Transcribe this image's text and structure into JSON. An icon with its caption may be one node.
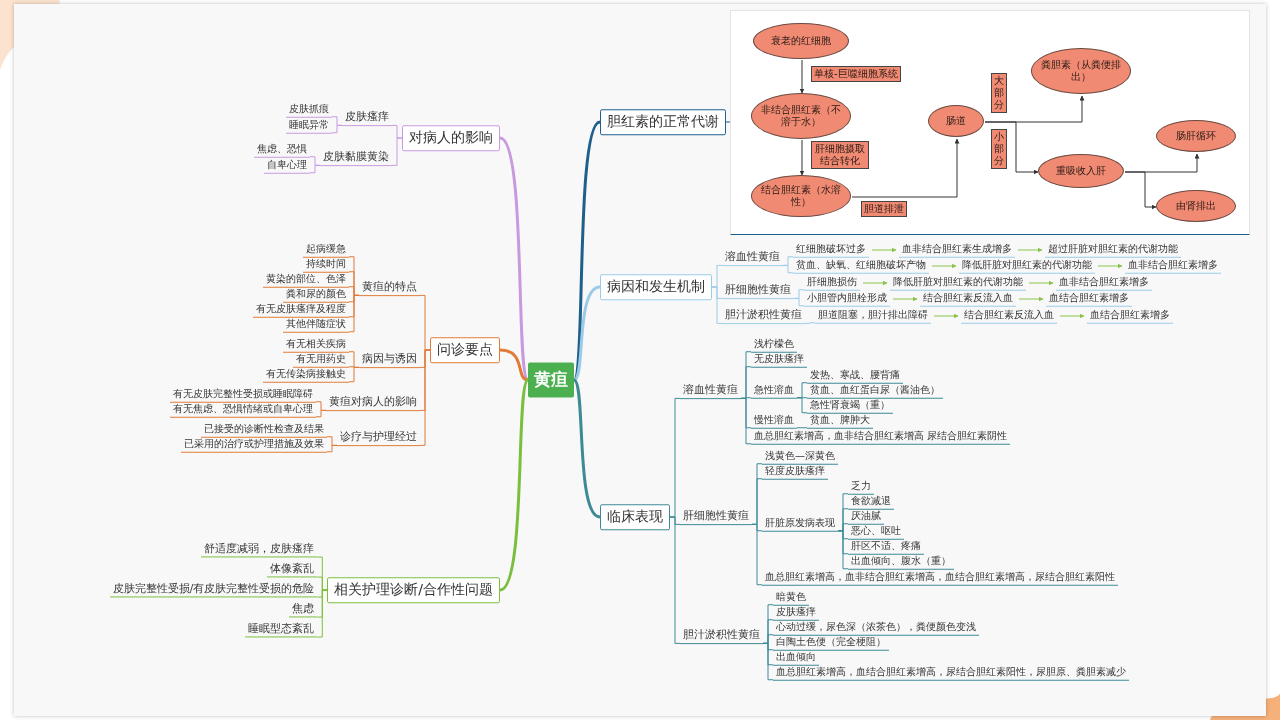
{
  "diagram": {
    "nodes": [
      {
        "text": [
          "黄疸"
        ]
      },
      {
        "text": [
          "胆红素的正常代谢"
        ]
      },
      {
        "text": [
          "病因和发生机制"
        ]
      },
      {
        "text": [
          "临床表现"
        ]
      },
      {
        "text": [
          "对病人的影响"
        ]
      },
      {
        "text": [
          "问诊要点"
        ]
      },
      {
        "text": [
          "相关护理诊断/合作性问题"
        ]
      },
      {
        "text": [
          "皮肤瘙痒"
        ]
      },
      {
        "text": [
          "皮肤黏膜黄染"
        ]
      },
      {
        "text": [
          "皮肤抓痕"
        ]
      },
      {
        "text": [
          "睡眠异常"
        ]
      },
      {
        "text": [
          "焦虑、恐惧"
        ]
      },
      {
        "text": [
          "自卑心理"
        ]
      },
      {
        "text": [
          "黄疸的特点"
        ]
      },
      {
        "text": [
          "病因与诱因"
        ]
      },
      {
        "text": [
          "黄疸对病人的影响"
        ]
      },
      {
        "text": [
          "诊疗与护理经过"
        ]
      },
      {
        "text": [
          "起病缓急"
        ]
      },
      {
        "text": [
          "持续时间"
        ]
      },
      {
        "text": [
          "黄染的部位、色泽"
        ]
      },
      {
        "text": [
          "粪和尿的颜色"
        ]
      },
      {
        "text": [
          "有无皮肤瘙痒及程度"
        ]
      },
      {
        "text": [
          "其他伴随症状"
        ]
      },
      {
        "text": [
          "有无相关疾病"
        ]
      },
      {
        "text": [
          "有无用药史"
        ]
      },
      {
        "text": [
          "有无传染病接触史"
        ]
      },
      {
        "text": [
          "有无皮肤完整性受损或睡眠障碍"
        ]
      },
      {
        "text": [
          "有无焦虑、恐惧情绪或自卑心理"
        ]
      },
      {
        "text": [
          "已接受的诊断性检查及结果"
        ]
      },
      {
        "text": [
          "已采用的治疗或护理措施及效果"
        ]
      },
      {
        "text": [
          "舒适度减弱，皮肤瘙痒"
        ]
      },
      {
        "text": [
          "体像紊乱"
        ]
      },
      {
        "text": [
          "皮肤完整性受损/有皮肤完整性受损的危险"
        ]
      },
      {
        "text": [
          "焦虑"
        ]
      },
      {
        "text": [
          "睡眠型态紊乱"
        ]
      },
      {
        "text": [
          "溶血性黄疸"
        ]
      },
      {
        "text": [
          "肝细胞性黄疸"
        ]
      },
      {
        "text": [
          "胆汁淤积性黄疸"
        ]
      },
      {
        "text": [
          "红细胞破坏过多"
        ]
      },
      {
        "text": [
          "血非结合胆红素生成增多"
        ]
      },
      {
        "text": [
          "超过肝脏对胆红素的代谢功能"
        ]
      },
      {
        "text": [
          "贫血、缺氧、红细胞破坏产物"
        ]
      },
      {
        "text": [
          "降低肝脏对胆红素的代谢功能"
        ]
      },
      {
        "text": [
          "血非结合胆红素增多"
        ]
      },
      {
        "text": [
          "肝细胞损伤"
        ]
      },
      {
        "text": [
          "降低肝脏对胆红素的代谢功能"
        ]
      },
      {
        "text": [
          "血非结合胆红素增多"
        ]
      },
      {
        "text": [
          "小胆管内胆栓形成"
        ]
      },
      {
        "text": [
          "结合胆红素反流入血"
        ]
      },
      {
        "text": [
          "血结合胆红素增多"
        ]
      },
      {
        "text": [
          "胆道阻塞，胆汁排出障碍"
        ]
      },
      {
        "text": [
          "结合胆红素反流入血"
        ]
      },
      {
        "text": [
          "血结合胆红素增多"
        ]
      },
      {
        "text": [
          "溶血性黄疸"
        ]
      },
      {
        "text": [
          "肝细胞性黄疸"
        ]
      },
      {
        "text": [
          "胆汁淤积性黄疸"
        ]
      },
      {
        "text": [
          "浅柠檬色"
        ]
      },
      {
        "text": [
          "无皮肤瘙痒"
        ]
      },
      {
        "text": [
          "急性溶血"
        ]
      },
      {
        "text": [
          "慢性溶血"
        ]
      },
      {
        "text": [
          "血总胆红素增高，血非结合胆红素增高 尿结合胆红素阴性"
        ]
      },
      {
        "text": [
          "发热、寒战、腰背痛"
        ]
      },
      {
        "text": [
          "贫血、血红蛋白尿（酱油色）"
        ]
      },
      {
        "text": [
          "急性肾衰竭（重）"
        ]
      },
      {
        "text": [
          "贫血、脾肿大"
        ]
      },
      {
        "text": [
          "浅黄色—深黄色"
        ]
      },
      {
        "text": [
          "轻度皮肤瘙痒"
        ]
      },
      {
        "text": [
          "肝脏原发病表现"
        ]
      },
      {
        "text": [
          "血总胆红素增高，血非结合胆红素增高，血结合胆红素增高，尿结合胆红素阳性"
        ]
      },
      {
        "text": [
          "乏力"
        ]
      },
      {
        "text": [
          "食欲减退"
        ]
      },
      {
        "text": [
          "厌油腻"
        ]
      },
      {
        "text": [
          "恶心、呕吐"
        ]
      },
      {
        "text": [
          "肝区不适、疼痛"
        ]
      },
      {
        "text": [
          "出血倾向、腹水（重）"
        ]
      },
      {
        "text": [
          "暗黄色"
        ]
      },
      {
        "text": [
          "皮肤瘙痒"
        ]
      },
      {
        "text": [
          "心动过缓，尿色深（浓茶色），粪便颜色变浅"
        ]
      },
      {
        "text": [
          "白陶土色便（完全梗阻）"
        ]
      },
      {
        "text": [
          "出血倾向"
        ]
      },
      {
        "text": [
          "血总胆红素增高，血结合胆红素增高，尿结合胆红素阳性，尿胆原、粪胆素减少"
        ]
      },
      {
        "text": [],
        "shape": "box"
      },
      {
        "text": [
          "衰老的红细胞"
        ],
        "in": 81
      },
      {
        "text": [
          "非结合胆红素（不溶于水）"
        ],
        "in": 81
      },
      {
        "text": [
          "结合胆红素（水溶性）"
        ],
        "in": 81
      },
      {
        "text": [
          "肠道"
        ],
        "in": 81
      },
      {
        "text": [
          "粪胆素（从粪便排出）"
        ],
        "in": 81
      },
      {
        "text": [
          "重吸收入肝"
        ],
        "in": 81
      },
      {
        "text": [
          "肠肝循环"
        ],
        "in": 81
      },
      {
        "text": [
          "由肾排出"
        ],
        "in": 81
      }
    ],
    "edges": [
      {
        "from": 0,
        "to": 1,
        "arrow": "none",
        "style": "thick",
        "color": "#1f5f8b"
      },
      {
        "from": 0,
        "to": 2,
        "arrow": "none",
        "style": "thick",
        "color": "#9ccbe8"
      },
      {
        "from": 0,
        "to": 3,
        "arrow": "none",
        "style": "thick",
        "color": "#3d8a96"
      },
      {
        "from": 0,
        "to": 4,
        "arrow": "none",
        "style": "thick",
        "color": "#c79ae0"
      },
      {
        "from": 0,
        "to": 5,
        "arrow": "none",
        "style": "thick",
        "color": "#e07b39"
      },
      {
        "from": 0,
        "to": 6,
        "arrow": "none",
        "style": "thick",
        "color": "#7cbf3f"
      },
      {
        "from": 1,
        "to": 81,
        "arrow": "none",
        "color": "#1f5f8b"
      },
      {
        "from": 4,
        "to": 7,
        "arrow": "none",
        "color": "#c79ae0"
      },
      {
        "from": 4,
        "to": 8,
        "arrow": "none",
        "color": "#c79ae0"
      },
      {
        "from": 7,
        "to": 9,
        "arrow": "none",
        "color": "#c79ae0"
      },
      {
        "from": 7,
        "to": 10,
        "arrow": "none",
        "color": "#c79ae0"
      },
      {
        "from": 8,
        "to": 11,
        "arrow": "none",
        "color": "#c79ae0"
      },
      {
        "from": 8,
        "to": 12,
        "arrow": "none",
        "color": "#c79ae0"
      },
      {
        "from": 5,
        "to": 13,
        "arrow": "none",
        "color": "#e07b39"
      },
      {
        "from": 5,
        "to": 14,
        "arrow": "none",
        "color": "#e07b39"
      },
      {
        "from": 5,
        "to": 15,
        "arrow": "none",
        "color": "#e07b39"
      },
      {
        "from": 5,
        "to": 16,
        "arrow": "none",
        "color": "#e07b39"
      },
      {
        "from": 13,
        "to": 17,
        "arrow": "none",
        "color": "#e07b39"
      },
      {
        "from": 13,
        "to": 18,
        "arrow": "none",
        "color": "#e07b39"
      },
      {
        "from": 13,
        "to": 19,
        "arrow": "none",
        "color": "#e07b39"
      },
      {
        "from": 13,
        "to": 20,
        "arrow": "none",
        "color": "#e07b39"
      },
      {
        "from": 13,
        "to": 21,
        "arrow": "none",
        "color": "#e07b39"
      },
      {
        "from": 13,
        "to": 22,
        "arrow": "none",
        "color": "#e07b39"
      },
      {
        "from": 14,
        "to": 23,
        "arrow": "none",
        "color": "#e07b39"
      },
      {
        "from": 14,
        "to": 24,
        "arrow": "none",
        "color": "#e07b39"
      },
      {
        "from": 14,
        "to": 25,
        "arrow": "none",
        "color": "#e07b39"
      },
      {
        "from": 15,
        "to": 26,
        "arrow": "none",
        "color": "#e07b39"
      },
      {
        "from": 15,
        "to": 27,
        "arrow": "none",
        "color": "#e07b39"
      },
      {
        "from": 16,
        "to": 28,
        "arrow": "none",
        "color": "#e07b39"
      },
      {
        "from": 16,
        "to": 29,
        "arrow": "none",
        "color": "#e07b39"
      },
      {
        "from": 6,
        "to": 30,
        "arrow": "none",
        "color": "#7cbf3f"
      },
      {
        "from": 6,
        "to": 31,
        "arrow": "none",
        "color": "#7cbf3f"
      },
      {
        "from": 6,
        "to": 32,
        "arrow": "none",
        "color": "#7cbf3f"
      },
      {
        "from": 6,
        "to": 33,
        "arrow": "none",
        "color": "#7cbf3f"
      },
      {
        "from": 6,
        "to": 34,
        "arrow": "none",
        "color": "#7cbf3f"
      },
      {
        "from": 2,
        "to": 35,
        "arrow": "none",
        "color": "#9ccbe8"
      },
      {
        "from": 2,
        "to": 36,
        "arrow": "none",
        "color": "#9ccbe8"
      },
      {
        "from": 2,
        "to": 37,
        "arrow": "none",
        "color": "#9ccbe8"
      },
      {
        "from": 35,
        "to": 38,
        "arrow": "none",
        "color": "#9ccbe8"
      },
      {
        "from": 35,
        "to": 41,
        "arrow": "none",
        "color": "#9ccbe8"
      },
      {
        "from": 36,
        "to": 44,
        "arrow": "none",
        "color": "#9ccbe8"
      },
      {
        "from": 36,
        "to": 47,
        "arrow": "none",
        "color": "#9ccbe8"
      },
      {
        "from": 37,
        "to": 50,
        "arrow": "none",
        "color": "#9ccbe8"
      },
      {
        "from": 38,
        "to": 39,
        "arrow": "to",
        "color": "#8bc34a"
      },
      {
        "from": 39,
        "to": 40,
        "arrow": "to",
        "color": "#8bc34a"
      },
      {
        "from": 41,
        "to": 42,
        "arrow": "to",
        "color": "#8bc34a"
      },
      {
        "from": 42,
        "to": 43,
        "arrow": "to",
        "color": "#8bc34a"
      },
      {
        "from": 44,
        "to": 45,
        "arrow": "to",
        "color": "#8bc34a"
      },
      {
        "from": 45,
        "to": 46,
        "arrow": "to",
        "color": "#8bc34a"
      },
      {
        "from": 47,
        "to": 48,
        "arrow": "to",
        "color": "#8bc34a"
      },
      {
        "from": 48,
        "to": 49,
        "arrow": "to",
        "color": "#8bc34a"
      },
      {
        "from": 50,
        "to": 51,
        "arrow": "to",
        "color": "#8bc34a"
      },
      {
        "from": 51,
        "to": 52,
        "arrow": "to",
        "color": "#8bc34a"
      },
      {
        "from": 3,
        "to": 53,
        "arrow": "none",
        "color": "#3d8a96"
      },
      {
        "from": 3,
        "to": 54,
        "arrow": "none",
        "color": "#3d8a96"
      },
      {
        "from": 3,
        "to": 55,
        "arrow": "none",
        "color": "#3d8a96"
      },
      {
        "from": 53,
        "to": 56,
        "arrow": "none",
        "color": "#3d8a96"
      },
      {
        "from": 53,
        "to": 57,
        "arrow": "none",
        "color": "#3d8a96"
      },
      {
        "from": 53,
        "to": 58,
        "arrow": "none",
        "color": "#3d8a96"
      },
      {
        "from": 53,
        "to": 59,
        "arrow": "none",
        "color": "#3d8a96"
      },
      {
        "from": 53,
        "to": 60,
        "arrow": "none",
        "color": "#3d8a96"
      },
      {
        "from": 58,
        "to": 61,
        "arrow": "none",
        "color": "#3d8a96"
      },
      {
        "from": 58,
        "to": 62,
        "arrow": "none",
        "color": "#3d8a96"
      },
      {
        "from": 58,
        "to": 63,
        "arrow": "none",
        "color": "#3d8a96"
      },
      {
        "from": 59,
        "to": 64,
        "arrow": "none",
        "color": "#3d8a96"
      },
      {
        "from": 54,
        "to": 65,
        "arrow": "none",
        "color": "#3d8a96"
      },
      {
        "from": 54,
        "to": 66,
        "arrow": "none",
        "color": "#3d8a96"
      },
      {
        "from": 54,
        "to": 67,
        "arrow": "none",
        "color": "#3d8a96"
      },
      {
        "from": 54,
        "to": 68,
        "arrow": "none",
        "color": "#3d8a96"
      },
      {
        "from": 67,
        "to": 69,
        "arrow": "none",
        "color": "#3d8a96"
      },
      {
        "from": 67,
        "to": 70,
        "arrow": "none",
        "color": "#3d8a96"
      },
      {
        "from": 67,
        "to": 71,
        "arrow": "none",
        "color": "#3d8a96"
      },
      {
        "from": 67,
        "to": 72,
        "arrow": "none",
        "color": "#3d8a96"
      },
      {
        "from": 67,
        "to": 73,
        "arrow": "none",
        "color": "#3d8a96"
      },
      {
        "from": 67,
        "to": 74,
        "arrow": "none",
        "color": "#3d8a96"
      },
      {
        "from": 55,
        "to": 75,
        "arrow": "none",
        "color": "#3d8a96"
      },
      {
        "from": 55,
        "to": 76,
        "arrow": "none",
        "color": "#3d8a96"
      },
      {
        "from": 55,
        "to": 77,
        "arrow": "none",
        "color": "#3d8a96"
      },
      {
        "from": 55,
        "to": 78,
        "arrow": "none",
        "color": "#3d8a96"
      },
      {
        "from": 55,
        "to": 79,
        "arrow": "none",
        "color": "#3d8a96"
      },
      {
        "from": 55,
        "to": 80,
        "arrow": "none",
        "color": "#3d8a96"
      },
      {
        "from": 82,
        "to": 83,
        "arrow": "to",
        "label": "单核-巨噬细胞系统",
        "color": "#333333"
      },
      {
        "from": 83,
        "to": 84,
        "arrow": "to",
        "label": "肝细胞摄取结合转化",
        "color": "#333333"
      },
      {
        "from": 84,
        "to": 85,
        "arrow": "to",
        "label": "胆道排泄",
        "color": "#333333"
      },
      {
        "from": 85,
        "to": 86,
        "arrow": "to",
        "label": "大部分",
        "color": "#333333"
      },
      {
        "from": 85,
        "to": 87,
        "arrow": "to",
        "label": "小部分",
        "color": "#333333"
      },
      {
        "from": 87,
        "to": 88,
        "arrow": "to",
        "color": "#333333"
      },
      {
        "from": 87,
        "to": 89,
        "arrow": "to",
        "color": "#333333"
      }
    ]
  }
}
